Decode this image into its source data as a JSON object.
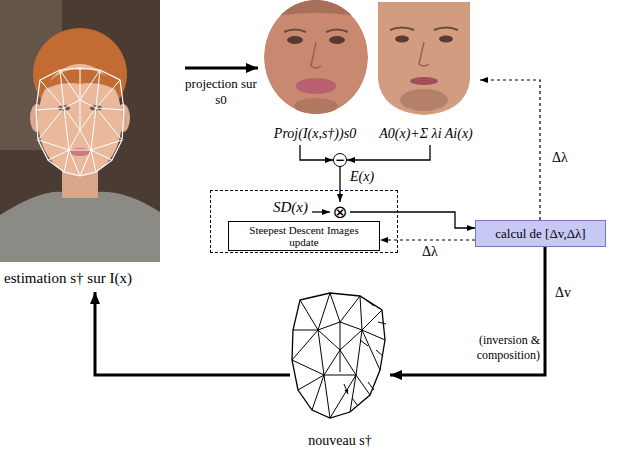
{
  "diagram": {
    "nodes": [
      {
        "text": [
          "estimation s† sur I(x)"
        ]
      },
      {
        "text": [
          "Proj(I(x,s†))s0"
        ]
      },
      {
        "text": [
          "A0(x)+Σ λi Ai(x)"
        ]
      },
      {
        "text": [
          "−"
        ]
      },
      {
        "text": [
          "SD(x)"
        ]
      },
      {
        "text": [
          "Steepest Descent Images update"
        ],
        "in": 4
      },
      {
        "text": [
          "⊗"
        ],
        "in": 4
      },
      {
        "text": [
          "calcul de [Δv,Δλ]"
        ]
      },
      {
        "text": [
          "nouveau s†"
        ]
      }
    ],
    "edges": [
      {
        "from": 0,
        "to": 1,
        "label": "projection sur s0",
        "arrow": "to"
      },
      {
        "from": 1,
        "to": 3,
        "arrow": "to"
      },
      {
        "from": 2,
        "to": 3,
        "arrow": "to"
      },
      {
        "from": 3,
        "to": 6,
        "label": "E(x)",
        "arrow": "to"
      },
      {
        "from": 4,
        "to": 6,
        "arrow": "to"
      },
      {
        "from": 6,
        "to": 7,
        "arrow": "to"
      },
      {
        "from": 7,
        "to": 2,
        "label": "Δλ",
        "arrow": "to"
      },
      {
        "from": 7,
        "to": 5,
        "label": "Δλ",
        "arrow": "to"
      },
      {
        "from": 7,
        "to": 8,
        "label": "Δv",
        "arrow": "to"
      },
      {
        "from": 8,
        "to": 0,
        "arrow": "to"
      }
    ],
    "labels": [
      "(inversion & composition)"
    ]
  }
}
